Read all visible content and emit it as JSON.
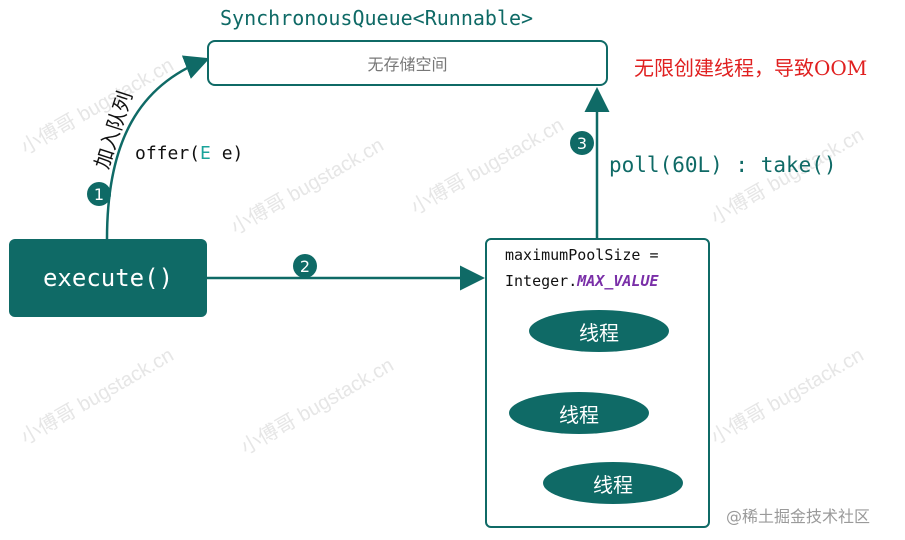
{
  "queue": {
    "title": "SynchronousQueue<Runnable>",
    "label": "无存储空间"
  },
  "oom_note": "无限创建线程，导致OOM",
  "execute_label": "execute()",
  "offer": {
    "method": "offer(",
    "type": "E",
    "rest": " e)"
  },
  "enqueue_label": "加入队列",
  "poll_label": "poll(60L) : take()",
  "pool": {
    "line1": "maximumPoolSize =",
    "line2_prefix": "Integer.",
    "line2_const": "MAX_VALUE",
    "threads": [
      "线程",
      "线程",
      "线程"
    ]
  },
  "steps": [
    "1",
    "2",
    "3"
  ],
  "watermark": [
    "小傅哥",
    "bugstack.cn"
  ],
  "source_mark": "@稀土掘金技术社区",
  "colors": {
    "teal": "#0f6a66",
    "red": "#e02020",
    "purple": "#7a2fa8",
    "type_teal": "#1aa39a"
  }
}
